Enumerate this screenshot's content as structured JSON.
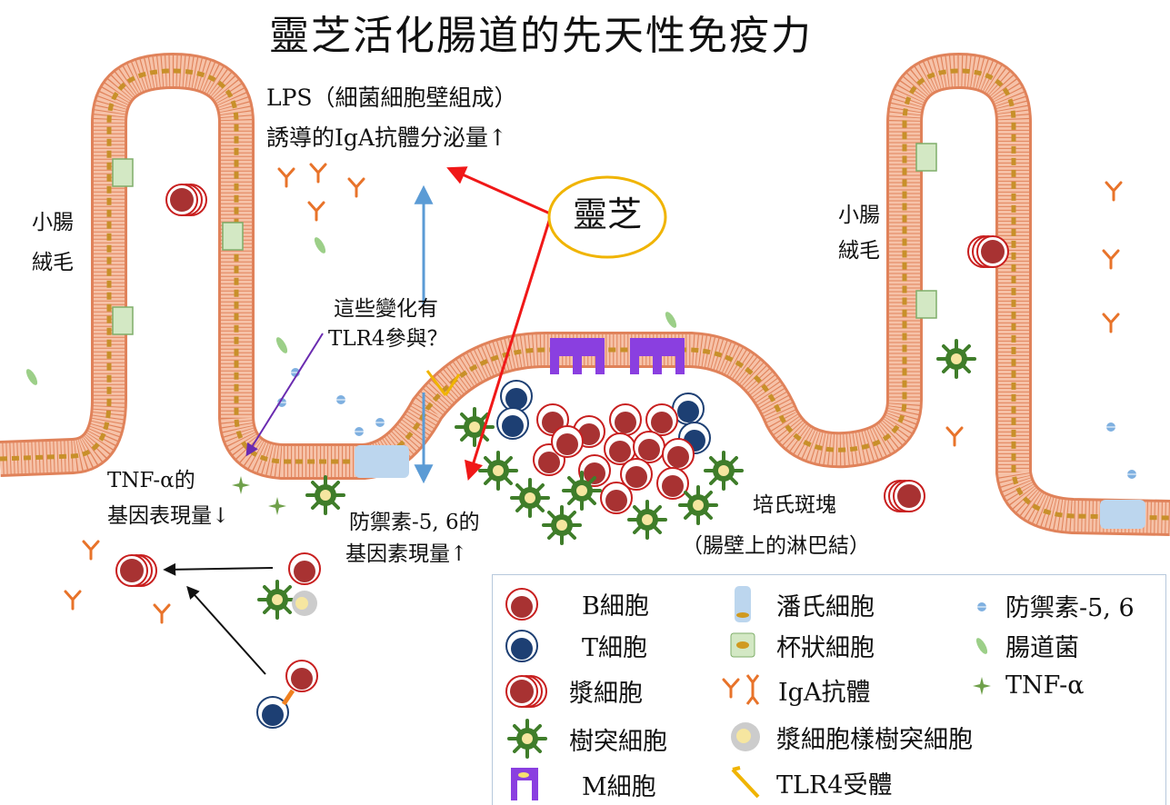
{
  "title": "靈芝活化腸道的先天性免疫力",
  "labels": {
    "lps_line1": "LPS（細菌細胞壁組成）",
    "lps_line2": "誘導的IgA抗體分泌量↑",
    "lingzhi": "靈芝",
    "villus_left_1": "小腸",
    "villus_left_2": "絨毛",
    "villus_right_1": "小腸",
    "villus_right_2": "絨毛",
    "tlr4_q1": "這些變化有",
    "tlr4_q2": "TLR4參與？",
    "tnf_1": "TNF-α的",
    "tnf_2": "基因表現量↓",
    "defensin_1": "防禦素-5, 6的",
    "defensin_2": "基因素現量↑",
    "peyer_1": "培氏斑塊",
    "peyer_2": "（腸壁上的淋巴結）"
  },
  "legend": [
    {
      "icon": "b-cell-icon",
      "label": "B細胞"
    },
    {
      "icon": "t-cell-icon",
      "label": "T細胞"
    },
    {
      "icon": "plasma-cell-icon",
      "label": "漿細胞"
    },
    {
      "icon": "dendritic-cell-icon",
      "label": "樹突細胞"
    },
    {
      "icon": "m-cell-icon",
      "label": "M細胞"
    },
    {
      "icon": "paneth-cell-icon",
      "label": "潘氏細胞"
    },
    {
      "icon": "goblet-cell-icon",
      "label": "杯狀細胞"
    },
    {
      "icon": "iga-antibody-icon",
      "label": "IgA抗體"
    },
    {
      "icon": "plasmacytoid-dendritic-cell-icon",
      "label": "漿細胞樣樹突細胞"
    },
    {
      "icon": "tlr4-receptor-icon",
      "label": "TLR4受體"
    },
    {
      "icon": "defensin-icon",
      "label": "防禦素-5, 6"
    },
    {
      "icon": "gut-bacteria-icon",
      "label": "腸道菌"
    },
    {
      "icon": "tnf-alpha-icon",
      "label": "TNF-α"
    }
  ],
  "colors": {
    "wall": "#f6c2a8",
    "wall_edge": "#e0825a",
    "nucleus": "#c8902a",
    "b_cell": "#a83232",
    "t_cell": "#1d3f73",
    "dendritic": "#3f7d2a",
    "m_cell": "#8a3fe0",
    "red_arrow": "#f01818",
    "purple_arrow": "#6a2bb0",
    "blue_arrow": "#5b9bd5",
    "lingzhi_ring": "#f0b400"
  }
}
